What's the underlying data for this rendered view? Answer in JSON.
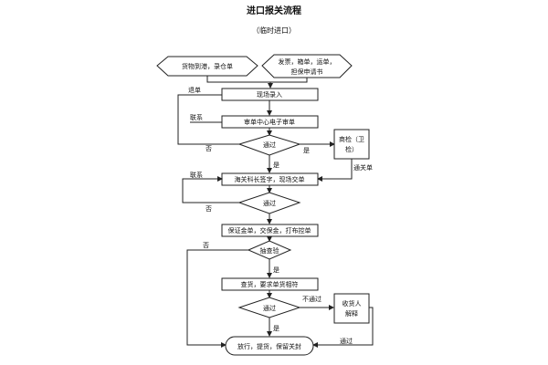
{
  "title": "进口报关流程",
  "subtitle": "（临时进口）",
  "nodes": {
    "arrive": "货物到港，录仓单",
    "docs": [
      "发票，箱单，运单，",
      "担保申请书"
    ],
    "entry": "现场录入",
    "review": "审单中心电子审单",
    "pass1": "通过",
    "inspect": [
      "商检（卫",
      "检）"
    ],
    "sign": "海关科长签字，现场交单",
    "pass2": "通过",
    "deposit": "保证金单，交保金，打布控单",
    "check": "抽查验",
    "goods_inspect": "查货，要求单货相符",
    "pass3": "通过",
    "consignee": [
      "收货人",
      "解释"
    ],
    "release": "放行，提货，保留关封"
  },
  "labels": {
    "refund": "退单",
    "contact1": "联系",
    "no1": "否",
    "yes1": "是",
    "pass_customs": "通关单",
    "yes2": "是",
    "contact2": "联系",
    "no2": "否",
    "no3": "否",
    "yes3": "是",
    "no_pass": "不通过",
    "yes4": "是",
    "pass_final": "通过"
  }
}
